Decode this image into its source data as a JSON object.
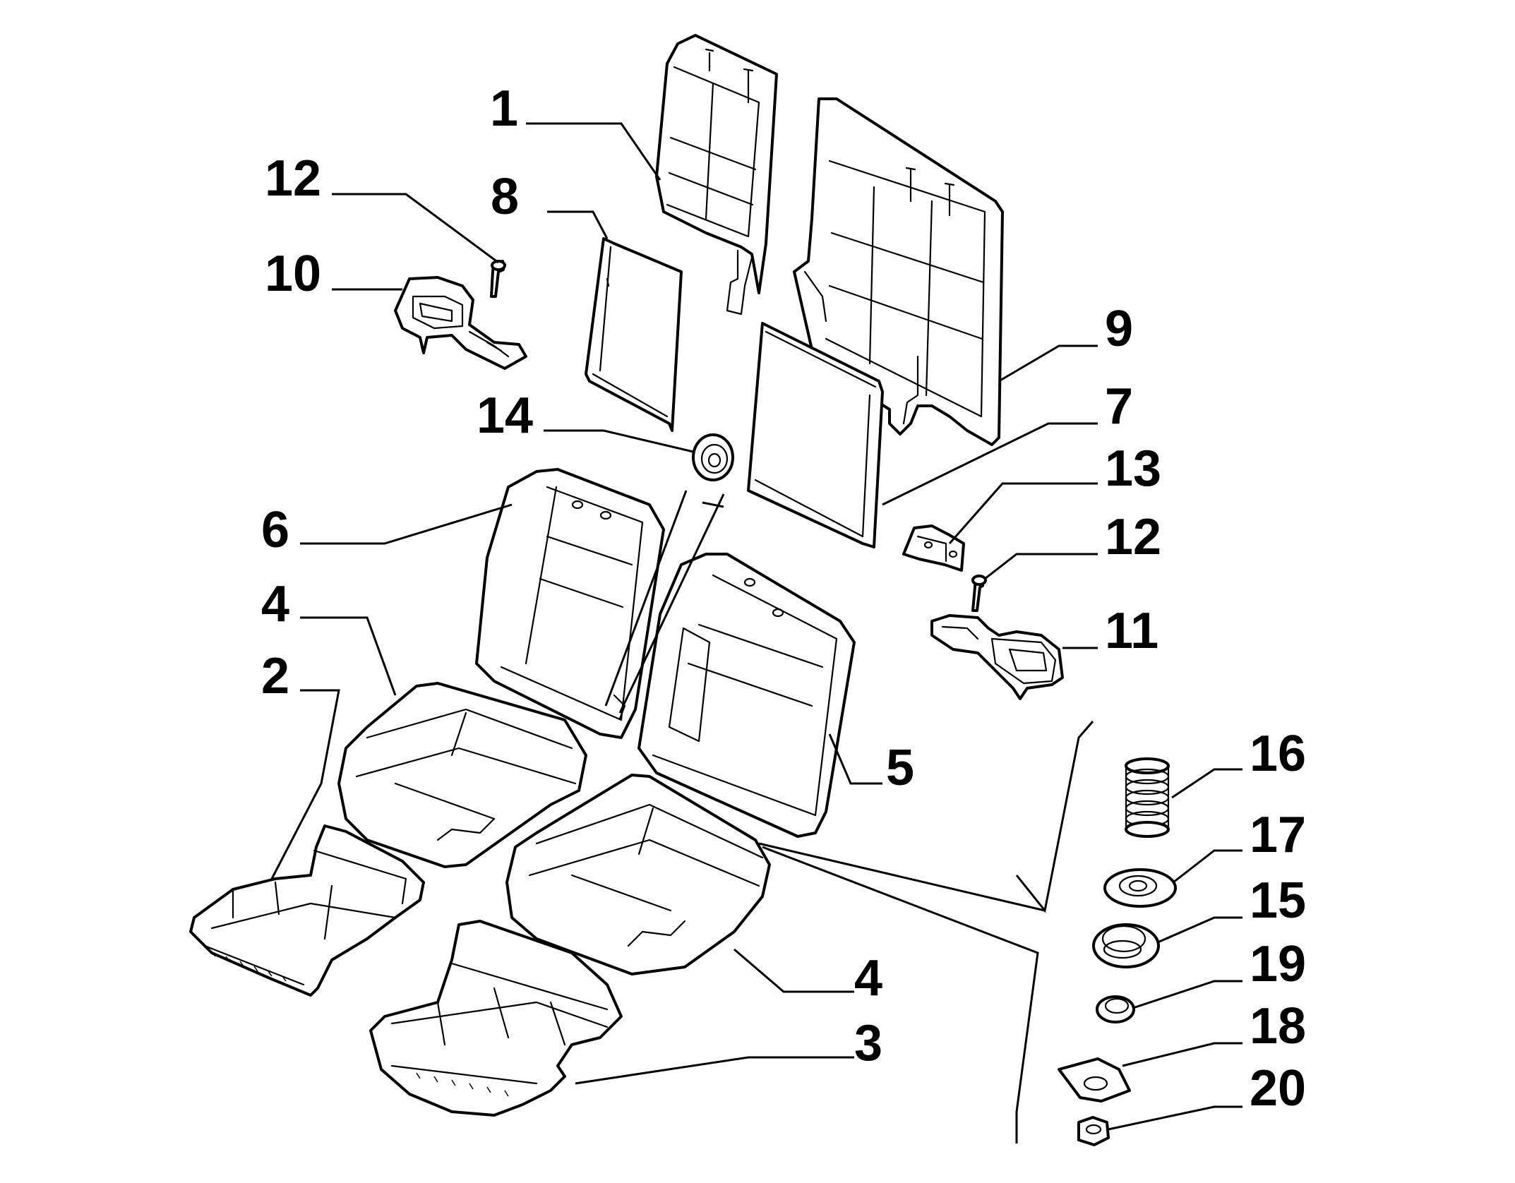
{
  "diagram": {
    "type": "exploded-parts-diagram",
    "subject": "rear seat assembly",
    "callouts": [
      {
        "id": "c1",
        "label": "1",
        "part": "seat-back-frame-small"
      },
      {
        "id": "c12a",
        "label": "12",
        "part": "bolt"
      },
      {
        "id": "c8",
        "label": "8",
        "part": "back-panel-small"
      },
      {
        "id": "c10",
        "label": "10",
        "part": "hinge-bracket-left"
      },
      {
        "id": "c9",
        "label": "9",
        "part": "seat-back-frame-large"
      },
      {
        "id": "c14",
        "label": "14",
        "part": "grommet"
      },
      {
        "id": "c7",
        "label": "7",
        "part": "back-panel-large"
      },
      {
        "id": "c13",
        "label": "13",
        "part": "bracket"
      },
      {
        "id": "c6",
        "label": "6",
        "part": "backrest-cushion-left"
      },
      {
        "id": "c12b",
        "label": "12",
        "part": "bolt"
      },
      {
        "id": "c4a",
        "label": "4",
        "part": "seat-cushion-left"
      },
      {
        "id": "c11",
        "label": "11",
        "part": "hinge-bracket-right"
      },
      {
        "id": "c2",
        "label": "2",
        "part": "seat-pan-left"
      },
      {
        "id": "c16",
        "label": "16",
        "part": "spring"
      },
      {
        "id": "c5",
        "label": "5",
        "part": "backrest-cushion-right"
      },
      {
        "id": "c17",
        "label": "17",
        "part": "spring-seat"
      },
      {
        "id": "c15",
        "label": "15",
        "part": "bump-stop"
      },
      {
        "id": "c19",
        "label": "19",
        "part": "bushing"
      },
      {
        "id": "c4b",
        "label": "4",
        "part": "seat-cushion-right"
      },
      {
        "id": "c18",
        "label": "18",
        "part": "plate"
      },
      {
        "id": "c3",
        "label": "3",
        "part": "seat-pan-right"
      },
      {
        "id": "c20",
        "label": "20",
        "part": "nut"
      }
    ]
  }
}
